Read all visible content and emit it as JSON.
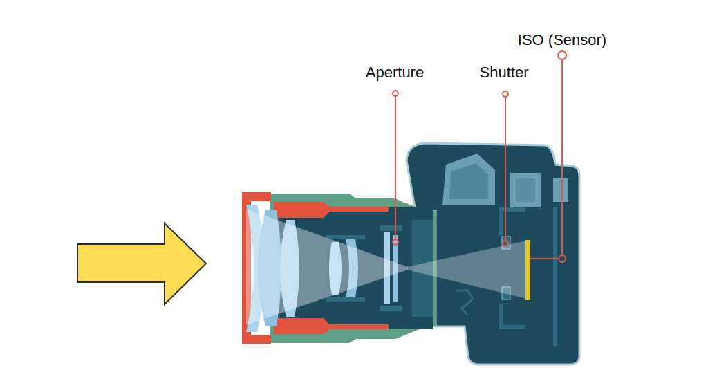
{
  "diagram": {
    "labels": [
      "Aperture",
      "Shutter",
      "ISO (Sensor)"
    ]
  }
}
